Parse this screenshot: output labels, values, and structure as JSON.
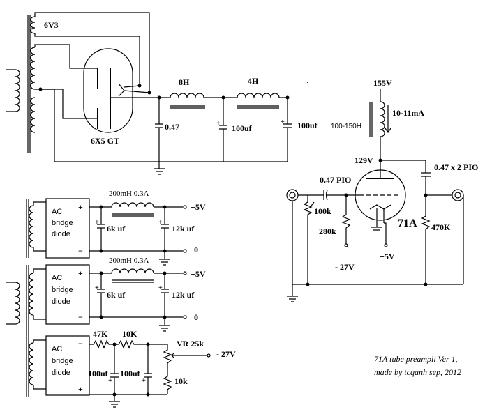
{
  "power_supply": {
    "heater_label": "6V3",
    "rectifier_label": "6X5 GT",
    "choke1_label": "8H",
    "choke2_label": "4H",
    "cap1_label": "0.47",
    "cap2_label": "100uf",
    "cap3_label": "100uf",
    "b_plus_label": "155V"
  },
  "amp_stage": {
    "plate_choke_label": "100-150H",
    "current_label": "10-11mA",
    "plate_voltage_label": "129V",
    "coupling_cap_label": "0.47 x 2 PIO",
    "input_cap_label": "0.47 PIO",
    "pot_label": "100k",
    "grid_res_label": "280k",
    "grid_bias_label": "- 27V",
    "filament_label": "+5V",
    "tube_label": "71A",
    "output_res_label": "470K"
  },
  "filament_supply_1": {
    "box_line1": "AC",
    "box_line2": "bridge",
    "box_line3": "diode",
    "plus_label": "+",
    "minus_label": "−",
    "choke_label": "200mH 0.3A",
    "cap1_label": "6k uf",
    "cap2_label": "12k uf",
    "out_plus_label": "+5V",
    "out_zero_label": "0"
  },
  "filament_supply_2": {
    "box_line1": "AC",
    "box_line2": "bridge",
    "box_line3": "diode",
    "plus_label": "+",
    "minus_label": "−",
    "choke_label": "200mH 0.3A",
    "cap1_label": "6k uf",
    "cap2_label": "12k uf",
    "out_plus_label": "+5V",
    "out_zero_label": "0"
  },
  "bias_supply": {
    "box_line1": "AC",
    "box_line2": "bridge",
    "box_line3": "diode",
    "minus_label": "−",
    "plus_label": "+",
    "res1_label": "47K",
    "res2_label": "10K",
    "cap1_label": "100uf",
    "cap2_label": "100uf",
    "vr_label": "VR 25k",
    "res3_label": "10k",
    "out_label": "- 27V"
  },
  "caption": {
    "line1": "71A tube preampli Ver 1,",
    "line2": "made by tcqanh sep, 2012"
  }
}
